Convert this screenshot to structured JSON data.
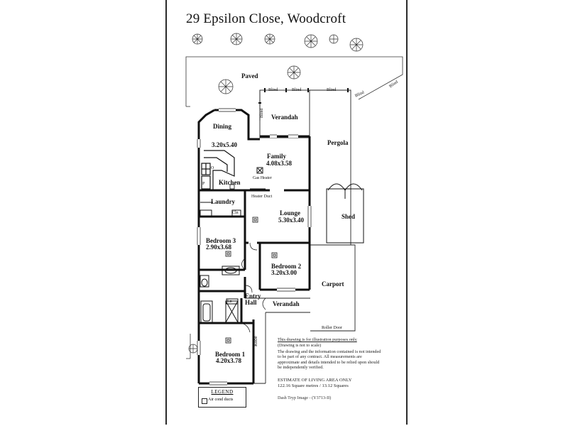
{
  "title": "29 Epsilon Close, Woodcroft",
  "rooms": {
    "paved": "Paved",
    "verandah_rear": "Verandah",
    "dining": "Dining",
    "dining_size": "3.20x5.40",
    "family": "Family",
    "family_size": "4.08x3.58",
    "kitchen": "Kitchen",
    "pergola": "Pergola",
    "laundry": "Laundry",
    "lounge": "Lounge",
    "lounge_size": "5.30x3.40",
    "shed": "Shed",
    "bedroom3": "Bedroom 3",
    "bedroom3_size": "2.90x3.68",
    "bedroom2": "Bedroom 2",
    "bedroom2_size": "3.20x3.00",
    "carport": "Carport",
    "entry": "Entry",
    "hall": "Hall",
    "verandah_front": "Verandah",
    "bedroom1": "Bedroom 1",
    "bedroom1_size": "4.20x3.78",
    "robe": "Robe"
  },
  "small_labels": {
    "blind_1": "Blind",
    "blind_2": "Blind",
    "blind_3": "Blind",
    "blind_4": "Blind",
    "blind_5": "Blind",
    "blind_side": "Blind",
    "gas_heater": "Gas Heater",
    "heater_duct": "Heater Duct",
    "roller_door": "Roller Door",
    "pantry": "P",
    "oven": "O",
    "cln": "Cln",
    "ln": "Ln"
  },
  "notes": {
    "line1": "This drawing is for illustration purposes only",
    "line2": "(Drawing is not to scale)",
    "line3": "The drawing and the information contained is not intended to be part of any contract. All measurements are approximate and details intended to be relied upon should be independently verified."
  },
  "estimate": {
    "heading": "ESTIMATE OF LIVING AREA ONLY",
    "value": "122.16 Square metres / 13.12 Squares"
  },
  "credit": "Dash Tryp Image - (Y3713-II)",
  "legend": {
    "title": "LEGEND",
    "item": "Air cond ducts"
  }
}
